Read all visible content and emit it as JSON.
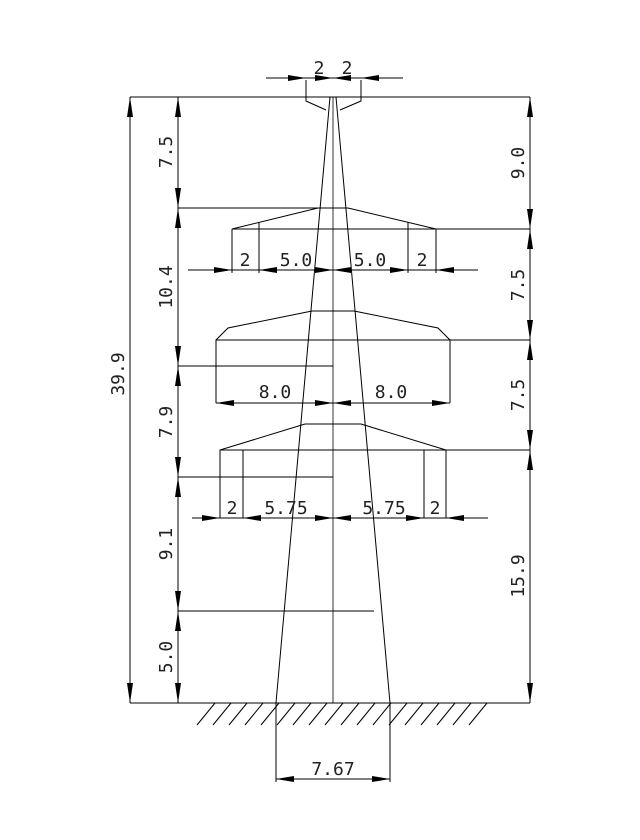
{
  "diagram": {
    "top_width_left": "2",
    "top_width_right": "2",
    "left_dims": [
      "7.5",
      "10.4",
      "7.9",
      "9.1",
      "5.0"
    ],
    "total_height": "39.9",
    "right_dims": [
      "9.0",
      "7.5",
      "7.5",
      "15.9"
    ],
    "arm1": {
      "left_outer": "2",
      "left_inner": "5.0",
      "right_inner": "5.0",
      "right_outer": "2"
    },
    "arm2": {
      "left": "8.0",
      "right": "8.0"
    },
    "arm3": {
      "left_outer": "2",
      "left_inner": "5.75",
      "right_inner": "5.75",
      "right_outer": "2"
    },
    "base_width": "7.67"
  }
}
